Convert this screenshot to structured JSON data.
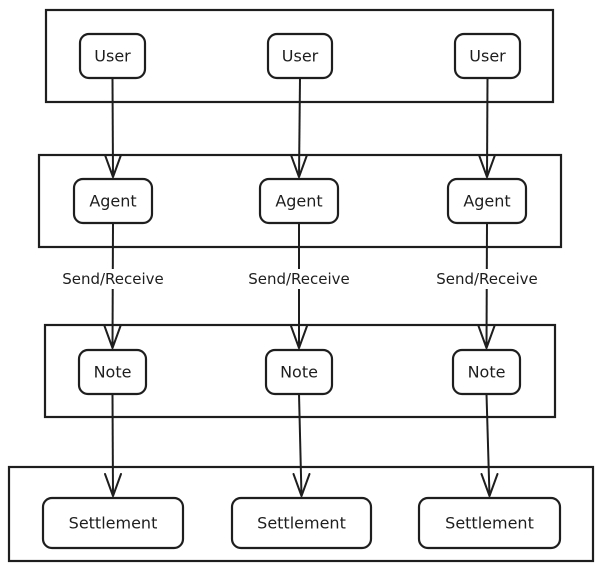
{
  "diagram": {
    "style": "hand-drawn",
    "stroke_color": "#1e1e1e",
    "background": "#ffffff",
    "layers": [
      {
        "id": "user-layer",
        "nodes": [
          "User",
          "User",
          "User"
        ]
      },
      {
        "id": "agent-layer",
        "nodes": [
          "Agent",
          "Agent",
          "Agent"
        ]
      },
      {
        "id": "note-layer",
        "nodes": [
          "Note",
          "Note",
          "Note"
        ]
      },
      {
        "id": "settlement-layer",
        "nodes": [
          "Settlement",
          "Settlement",
          "Settlement"
        ]
      }
    ],
    "edges": [
      {
        "from": "user-layer",
        "to": "agent-layer",
        "label": ""
      },
      {
        "from": "agent-layer",
        "to": "note-layer",
        "label": "Send/Receive"
      },
      {
        "from": "note-layer",
        "to": "settlement-layer",
        "label": ""
      }
    ],
    "columns": 3
  }
}
